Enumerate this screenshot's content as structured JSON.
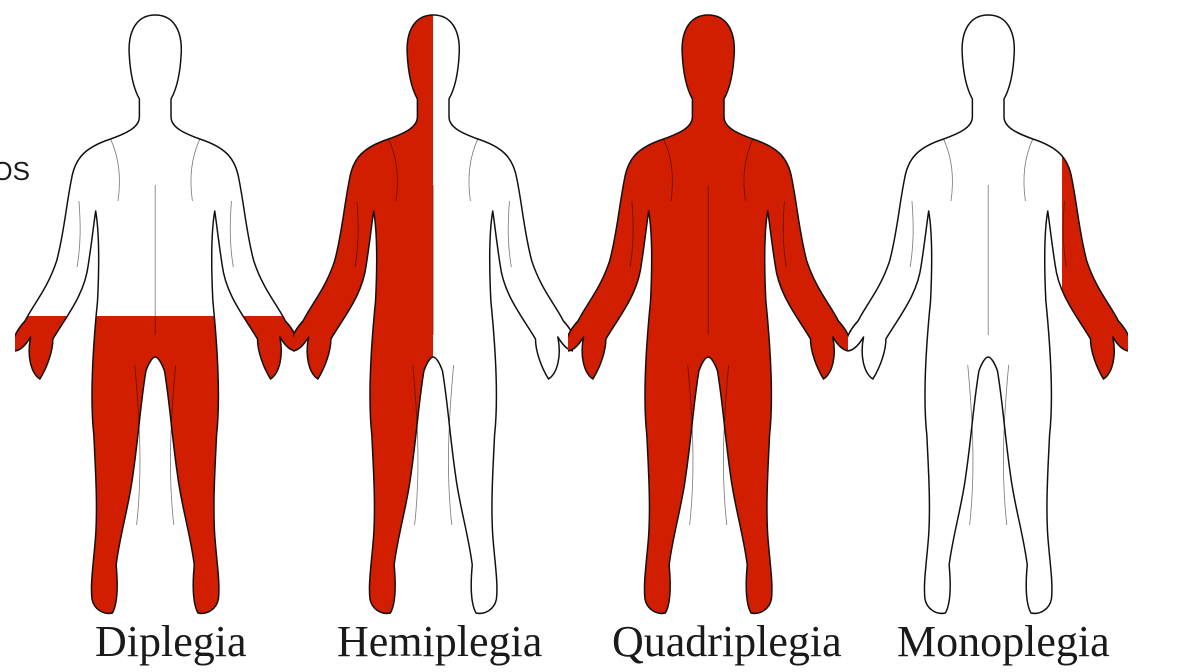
{
  "colors": {
    "paralysis": "#d11d00",
    "outline": "#111111",
    "skin": "#ffffff"
  },
  "crop_text": "OS",
  "figures": [
    {
      "id": "diplegia",
      "label": "Diplegia",
      "affected": "both-legs"
    },
    {
      "id": "hemiplegia",
      "label": "Hemiplegia",
      "affected": "one-side"
    },
    {
      "id": "quadriplegia",
      "label": "Quadriplegia",
      "affected": "all-limbs"
    },
    {
      "id": "monoplegia",
      "label": "Monoplegia",
      "affected": "one-arm"
    }
  ]
}
